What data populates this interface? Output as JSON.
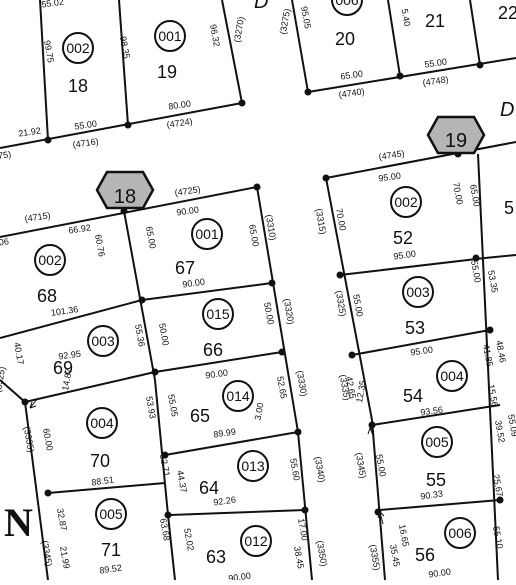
{
  "map": {
    "block_badges": [
      "18",
      "19"
    ],
    "street_letter": "N",
    "edge_letters": [
      "D",
      "D"
    ],
    "parcels": [
      {
        "circle": "002",
        "lot": "18"
      },
      {
        "circle": "001",
        "lot": "19"
      },
      {
        "circle": "006",
        "lot": "20"
      },
      {
        "circle": "",
        "lot": "21"
      },
      {
        "circle": "",
        "lot": "22"
      },
      {
        "circle": "002",
        "lot": "68"
      },
      {
        "circle": "001",
        "lot": "67"
      },
      {
        "circle": "015",
        "lot": "66"
      },
      {
        "circle": "003",
        "lot": "69"
      },
      {
        "circle": "014",
        "lot": "65"
      },
      {
        "circle": "004",
        "lot": "70"
      },
      {
        "circle": "013",
        "lot": "64"
      },
      {
        "circle": "005",
        "lot": "71"
      },
      {
        "circle": "012",
        "lot": "63"
      },
      {
        "circle": "002",
        "lot": "52"
      },
      {
        "circle": "003",
        "lot": "53"
      },
      {
        "circle": "004",
        "lot": "54"
      },
      {
        "circle": "005",
        "lot": "55"
      },
      {
        "circle": "006",
        "lot": "56"
      },
      {
        "circle": "",
        "lot": "5"
      }
    ],
    "dimensions": [
      "55.02",
      "99.75",
      "98.35",
      "96.32",
      "(3270)",
      "(3275)",
      "95.05",
      "5.40",
      "65.00",
      "(4740)",
      "55.00",
      "(4748)",
      "80.00",
      "(4724)",
      "21.92",
      "55.00",
      "(4716)",
      "75)",
      "(4745)",
      "95.00",
      "70.00",
      "65.00",
      "(4725)",
      "(4715)",
      "66.92",
      ".06",
      "60.76",
      "90.00",
      "65.00",
      "65.00",
      "(3310)",
      "(3315)",
      "70.00",
      "90.00",
      "95.00",
      "55.00",
      "53.35",
      "101.36",
      "55.36",
      "50.00",
      "50.00",
      "(3320)",
      "55.00",
      "(3325)",
      "40.17",
      "14.87",
      "(3325)",
      "92.95",
      "95.00",
      "41.85",
      "48.46",
      "90.00",
      "52.65",
      "(3330)",
      "42.65",
      "12.35",
      "53.93",
      "55.05",
      "3.00",
      "(3335)",
      "93.56",
      "15.56",
      "89.99",
      "88.51",
      "60.00",
      "(3335)",
      "39.52",
      "55.09",
      "22.71",
      "44.37",
      "55.60",
      "(3340)",
      "55.00",
      "(3345)",
      "25.67",
      "90.33",
      "32.87",
      "92.26",
      "63.68",
      "52.02",
      "17.00",
      "(3350)",
      "38.45",
      "16.65",
      "35.45",
      "(3355)",
      "55.10",
      "(3345)",
      "21.99",
      "89.52",
      "90.00",
      "90.00"
    ]
  }
}
